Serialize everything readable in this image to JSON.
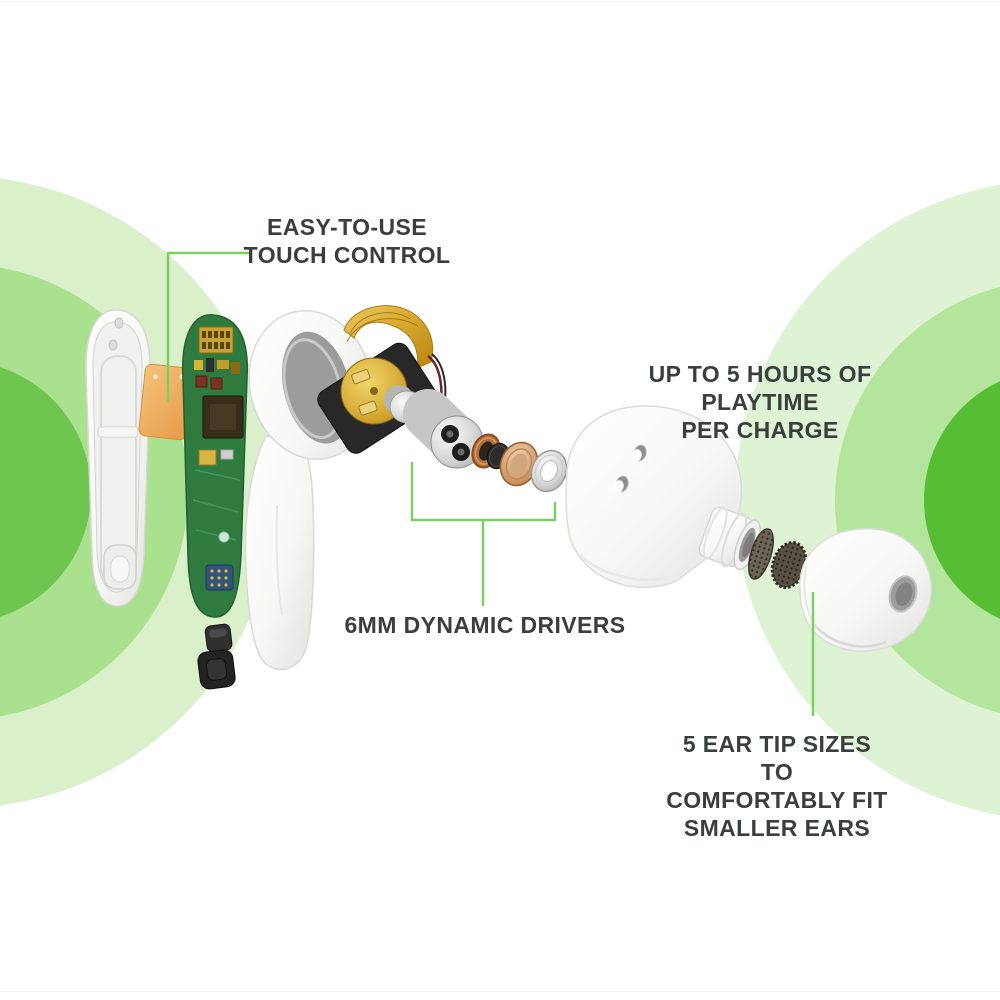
{
  "image": {
    "title": "Wireless earbud exploded view with feature callouts",
    "background": "#ffffff"
  },
  "annotations": {
    "touch_control": "EASY-TO-USE\nTOUCH CONTROL",
    "playtime": "UP TO 5 HOURS OF PLAYTIME\nPER CHARGE",
    "drivers": "6MM DYNAMIC DRIVERS",
    "ear_tips": "5 EAR TIP SIZES TO\nCOMFORTABLY FIT\nSMALLER EARS"
  },
  "colors": {
    "accent_line": "#7ccf63",
    "label_text": "#3a3e3c",
    "ring_left_outer": "#d9f0cb",
    "ring_left_mid": "#a9e18e",
    "ring_left_inner": "#6ec650",
    "ring_right_outer": "#ddf3d3",
    "ring_right_mid": "#b3e59c",
    "ring_right_inner": "#56bd35",
    "touch_pad": "#f2b166",
    "pcb": "#2f7a3f"
  },
  "parts": [
    "back-shell",
    "touch-pad",
    "circuit-board",
    "rubber-grommet-small",
    "rubber-grommet-large",
    "front-housing",
    "flex-ribbon",
    "driver-motor",
    "driver-cylinder",
    "voice-coil",
    "magnet-disc",
    "diaphragm-disc",
    "washer-ring",
    "earbud-body",
    "nozzle",
    "mesh-filter-small",
    "mesh-filter-large",
    "silicone-ear-tip"
  ]
}
